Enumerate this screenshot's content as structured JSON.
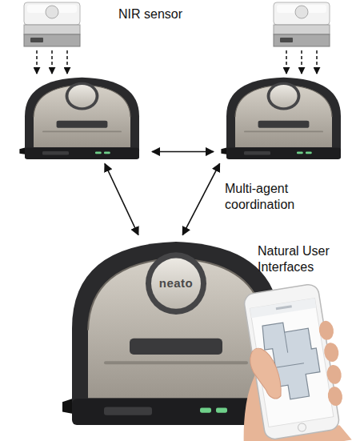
{
  "diagram": {
    "nodes": [
      {
        "text": []
      },
      {
        "text": []
      },
      {
        "text": [
          "neato"
        ]
      }
    ],
    "edges": [
      {
        "from": 0,
        "to": 1,
        "arrow": "both"
      },
      {
        "from": 0,
        "to": 2,
        "arrow": "both"
      },
      {
        "from": 1,
        "to": 2,
        "arrow": "both"
      }
    ],
    "labels": [
      "NIR sensor",
      "Multi-agent coordination",
      "Natural User Interfaces"
    ]
  }
}
